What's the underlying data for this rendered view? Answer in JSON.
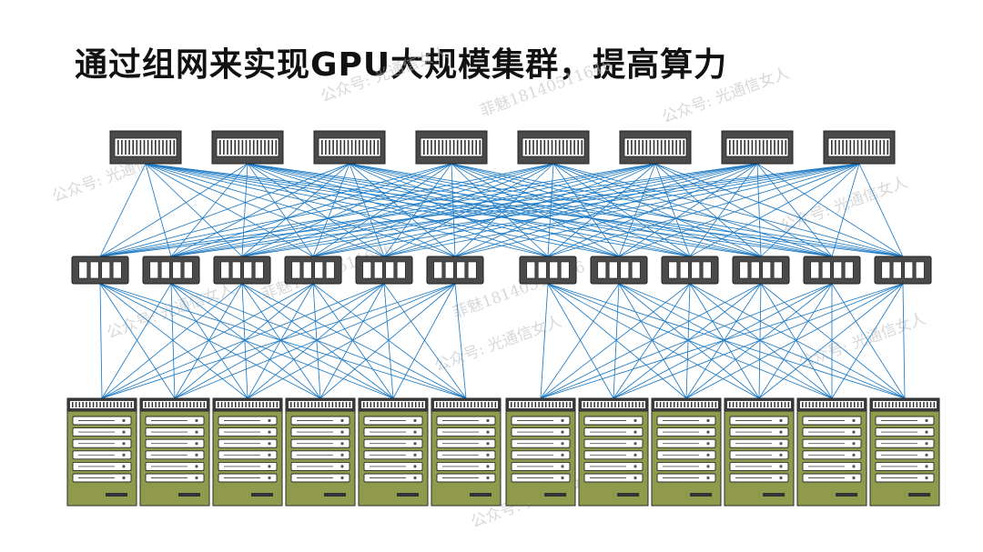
{
  "title": "通过组网来实现GPU大规模集群，提高算力",
  "watermarks": [
    "公众号: 光通信女人",
    "菲魅18140511646"
  ],
  "colors": {
    "link": "#1f7bc4",
    "switch_fill": "#4a4a4a",
    "switch_port": "#ffffff",
    "server_fill": "#8f9a4d",
    "server_header": "#3c3c3c"
  },
  "topology": {
    "spine_count": 8,
    "leaf_count": 12,
    "server_count": 12,
    "pods": 2,
    "leaf_ports_per_switch": 4,
    "server_drives_per_chassis": 6,
    "spine_links": "full-mesh to all leaf switches",
    "leaf_links": "full-mesh to servers within same pod"
  }
}
